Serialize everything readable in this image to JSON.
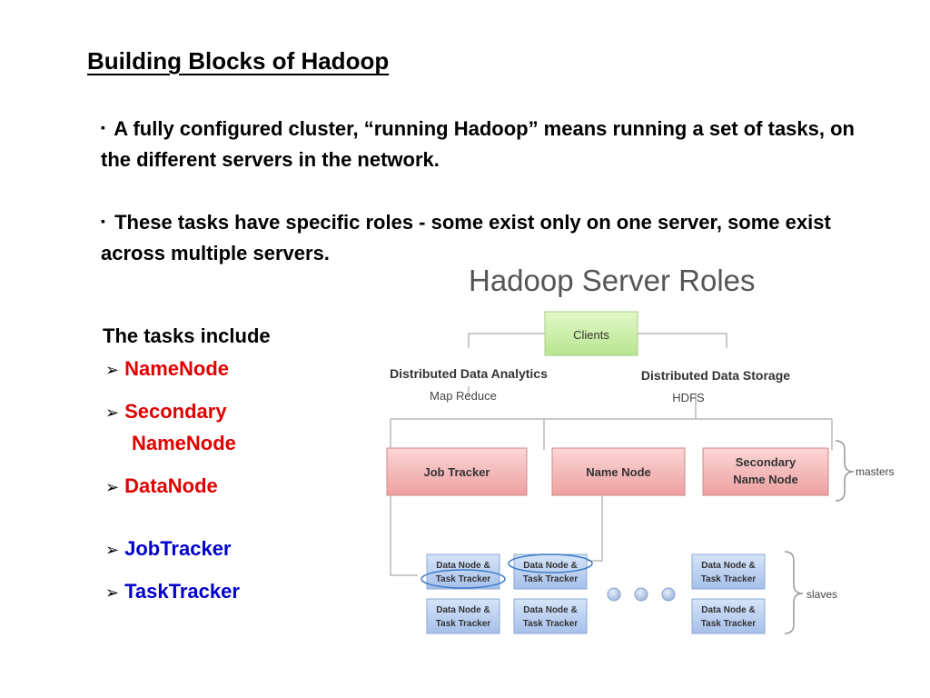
{
  "slide": {
    "title": "Building Blocks of Hadoop",
    "bullets": [
      {
        "marker": "▪",
        "text": "A fully configured cluster, “running Hadoop” means running a set of tasks, on the different servers in the network."
      },
      {
        "marker": "▪",
        "text": "These tasks have specific roles - some exist only on one server, some exist across multiple servers."
      }
    ],
    "tasks_heading": "The tasks include",
    "task_marker": "➢",
    "tasks": [
      {
        "label": "NameNode",
        "color": "#e00000"
      },
      {
        "label_line1": "Secondary",
        "label_line2": "NameNode",
        "color": "#e00000"
      },
      {
        "label": "DataNode",
        "color": "#e00000"
      },
      {
        "label": "JobTracker",
        "color": "#0000cc"
      },
      {
        "label": "TaskTracker",
        "color": "#0000cc"
      }
    ]
  },
  "diagram": {
    "title": "Hadoop Server Roles",
    "clients": "Clients",
    "left_branch": {
      "title": "Distributed Data Analytics",
      "subtitle": "Map Reduce"
    },
    "right_branch": {
      "title": "Distributed Data Storage",
      "subtitle": "HDFS"
    },
    "masters": [
      "Job Tracker",
      "Name Node",
      "Secondary Name Node"
    ],
    "secondary_line1": "Secondary",
    "secondary_line2": "Name Node",
    "masters_label": "masters",
    "slave_line1": "Data Node &",
    "slave_line2": "Task Tracker",
    "slaves_label": "slaves",
    "colors": {
      "clients": "#ccf0a8",
      "master": "#f4b8b8",
      "slave": "#b8cfee",
      "dots": "#a8bce0"
    }
  }
}
